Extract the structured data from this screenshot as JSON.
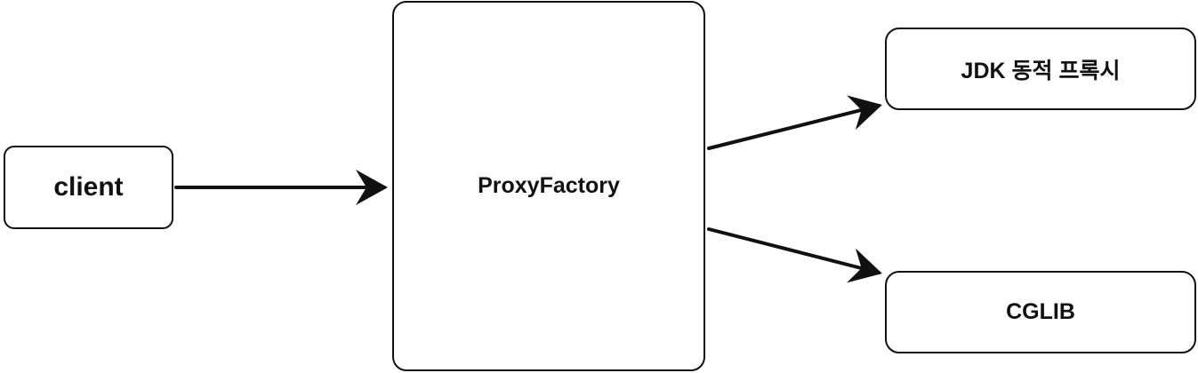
{
  "nodes": {
    "client": "client",
    "proxy_factory": "ProxyFactory",
    "jdk_dynamic_proxy": "JDK 동적 프록시",
    "cglib": "CGLIB"
  },
  "colors": {
    "stroke": "#111111",
    "background": "#ffffff"
  }
}
